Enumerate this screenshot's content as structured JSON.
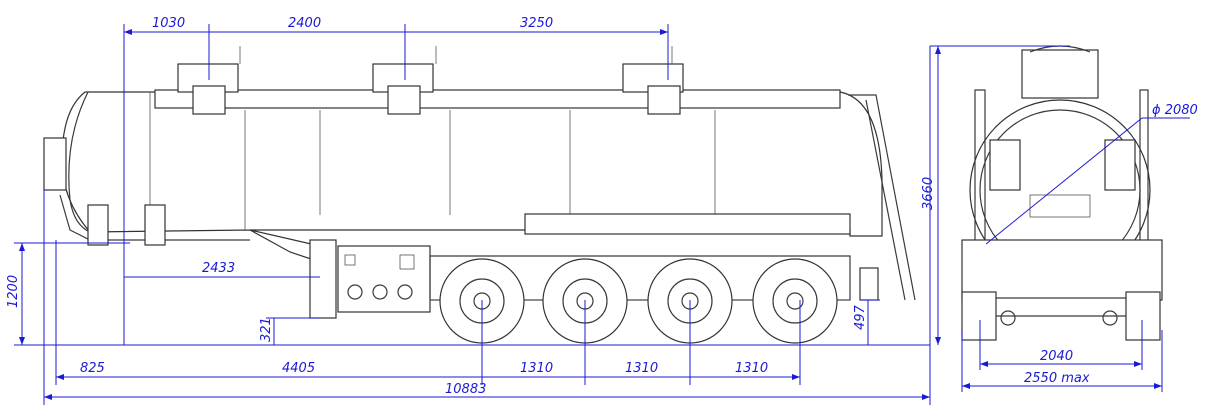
{
  "colors": {
    "outline": "#3a3a3a",
    "dimension": "#1a1ad6",
    "background": "#ffffff"
  },
  "dimensions": {
    "top_1030": "1030",
    "top_2400": "2400",
    "top_3250": "3250",
    "kingpin_2433": "2433",
    "height_1200": "1200",
    "height_321": "321",
    "height_497": "497",
    "bottom_825": "825",
    "bottom_4405": "4405",
    "axle_1310_a": "1310",
    "axle_1310_b": "1310",
    "axle_1310_c": "1310",
    "overall_10883": "10883",
    "overall_height_3660": "3660",
    "diameter_2080": "ϕ 2080",
    "track_2040": "2040",
    "width_2550": "2550 max"
  }
}
